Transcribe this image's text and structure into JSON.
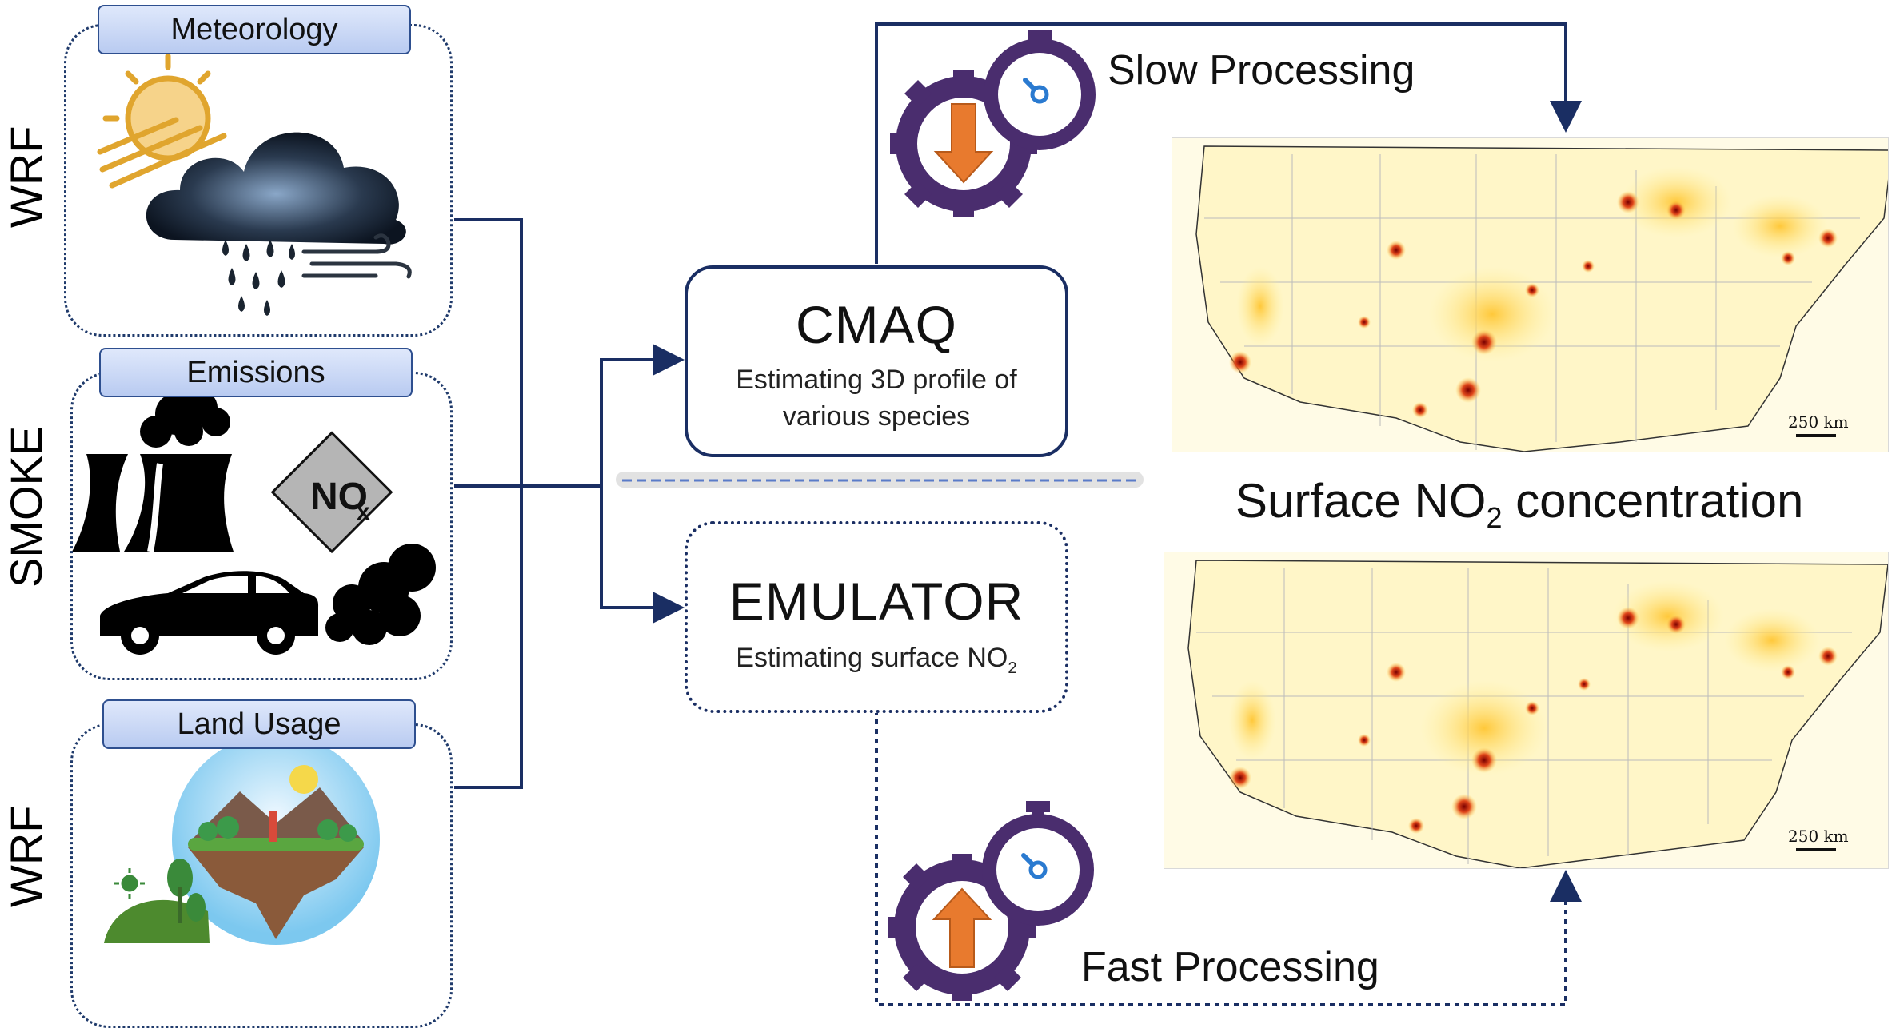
{
  "inputs": [
    {
      "tool": "WRF",
      "title": "Meteorology"
    },
    {
      "tool": "SMOKE",
      "title": "Emissions",
      "nox_symbol": "NO",
      "nox_sub": "x"
    },
    {
      "tool": "WRF",
      "title": "Land Usage"
    }
  ],
  "models": {
    "cmaq": {
      "title": "CMAQ",
      "line1": "Estimating 3D profile of",
      "line2": "various species"
    },
    "emulator": {
      "title": "EMULATOR",
      "desc": "Estimating surface NO",
      "desc_sub": "2"
    }
  },
  "paths": {
    "slow": "Slow Processing",
    "fast": "Fast Processing"
  },
  "output": {
    "label_pre": "Surface NO",
    "label_sub": "2",
    "label_post": " concentration"
  },
  "maps": [
    {
      "scale": "250 km"
    },
    {
      "scale": "250 km"
    }
  ],
  "colors": {
    "navy": "#1a2e63",
    "gear": "#4a2d6e",
    "arrow": "#e87a2e",
    "tab": "#c9d7f6"
  }
}
